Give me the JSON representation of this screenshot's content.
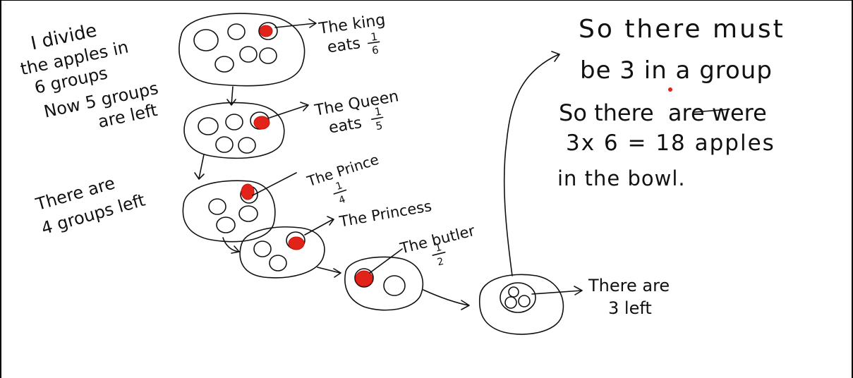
{
  "left_notes": {
    "line1": "I divide",
    "line2": "the apples in",
    "line3": "6 groups",
    "line4": "Now 5 groups",
    "line5": "are left",
    "line6": "There are",
    "line7": "4 groups left"
  },
  "labels": {
    "king_line1": "The king",
    "king_line2": "eats",
    "king_frac_num": "1",
    "king_frac_den": "6",
    "queen_line1": "The Queen",
    "queen_line2": "eats",
    "queen_frac_num": "1",
    "queen_frac_den": "5",
    "prince_line1": "The Prince",
    "prince_frac_num": "1",
    "prince_frac_den": "4",
    "princess": "The Princess",
    "butler_line1": "The butler",
    "butler_frac_num": "1",
    "butler_frac_den": "2",
    "left_line1": "There are",
    "left_line2": "3 left"
  },
  "conclusion": {
    "line1": "So there must",
    "line2": "be 3 in a group",
    "line3_a": "So there",
    "line3_struck": "are",
    "line3_b": "were",
    "line4": "3x 6 = 18 apples",
    "line5": "in the bowl."
  },
  "colors": {
    "ink": "#111111",
    "eaten": "#e2231a"
  }
}
